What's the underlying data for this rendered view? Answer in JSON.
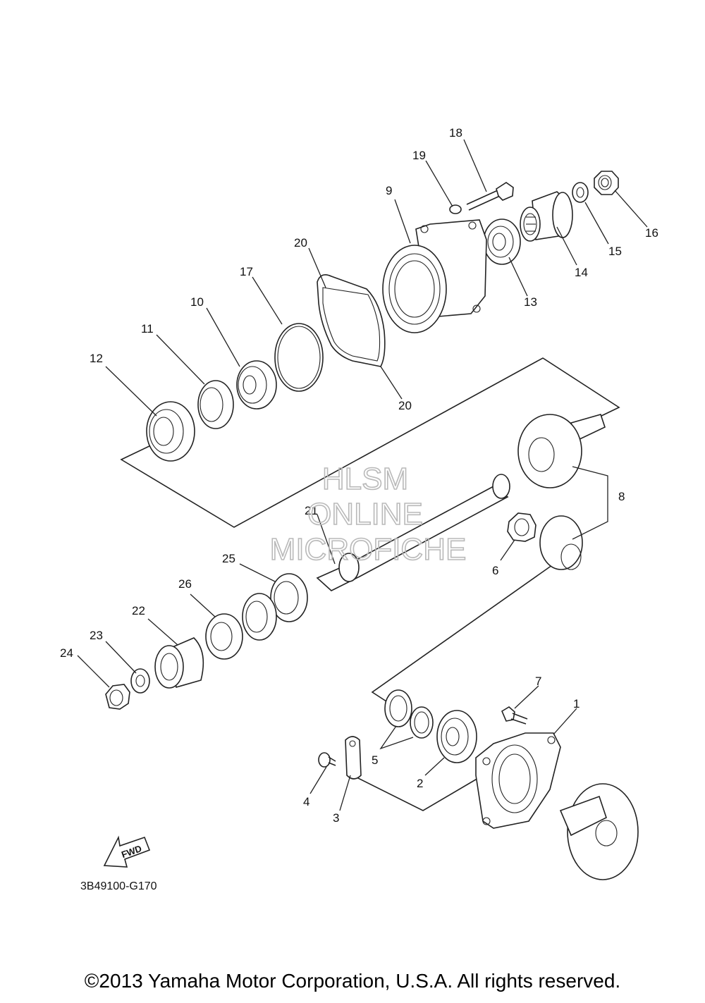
{
  "callouts": {
    "c1": "1",
    "c2": "2",
    "c3": "3",
    "c4": "4",
    "c5": "5",
    "c6": "6",
    "c7": "7",
    "c8": "8",
    "c9": "9",
    "c10": "10",
    "c11": "11",
    "c12": "12",
    "c13": "13",
    "c14": "14",
    "c15": "15",
    "c16": "16",
    "c17": "17",
    "c18": "18",
    "c19": "19",
    "c20a": "20",
    "c20b": "20",
    "c21": "21",
    "c22": "22",
    "c23": "23",
    "c24": "24",
    "c25": "25",
    "c26": "26"
  },
  "watermark": {
    "line1": "HLSM",
    "line2": "ONLINE",
    "line3": "MICROFICHE"
  },
  "fwd_label": "FWD",
  "diagram_code": "3B49100-G170",
  "copyright": "©2013 Yamaha Motor Corporation, U.S.A. All rights reserved."
}
